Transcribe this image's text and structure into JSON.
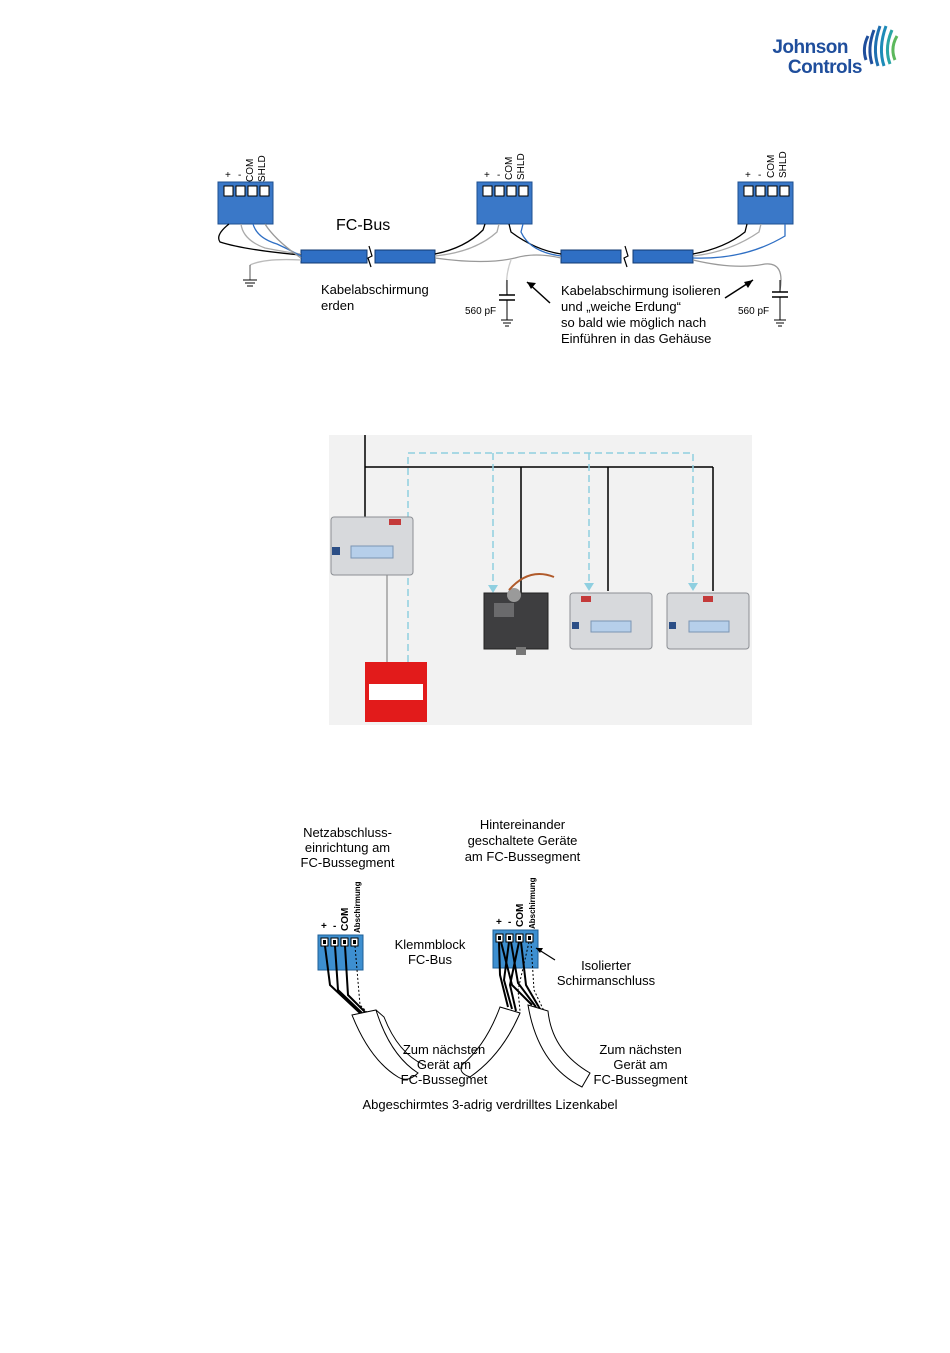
{
  "brand": {
    "line1": "Johnson",
    "line2": "Controls",
    "color": "#1f4e9c"
  },
  "fig1": {
    "bus_label": "FC-Bus",
    "terminals": [
      "+",
      "-",
      "COM",
      "SHLD"
    ],
    "ground_shield_label": [
      "Kabelabschirmung",
      "erden"
    ],
    "isolate_label": [
      "Kabelabschirmung isolieren",
      "und „weiche Erdung“",
      "so bald wie möglich nach",
      "Einführen in das Gehäuse"
    ],
    "cap_left": "560 pF",
    "cap_right": "560 pF",
    "block_color": "#3a78c8",
    "cable_color": "#2f6fc4"
  },
  "fig3": {
    "eol_label": [
      "Netzabschluss-",
      "einrichtung am",
      "FC-Bussegment"
    ],
    "daisy_label": [
      "Hintereinander",
      "geschaltete Geräte",
      "am FC-Bussegment"
    ],
    "terminals": [
      "+",
      "-",
      "COM",
      "Abschirmung"
    ],
    "terminal_block_label": [
      "Klemmblock",
      "FC-Bus"
    ],
    "isolated_label": [
      "Isolierter",
      "Schirmanschluss"
    ],
    "next_left": [
      "Zum nächsten",
      "Gerät am",
      "FC-Bussegmet"
    ],
    "next_right": [
      "Zum nächsten",
      "Gerät am",
      "FC-Bussegment"
    ],
    "caption": "Abgeschirmtes 3-adrig verdrilltes Lizenkabel",
    "block_color": "#3d8fd0"
  }
}
